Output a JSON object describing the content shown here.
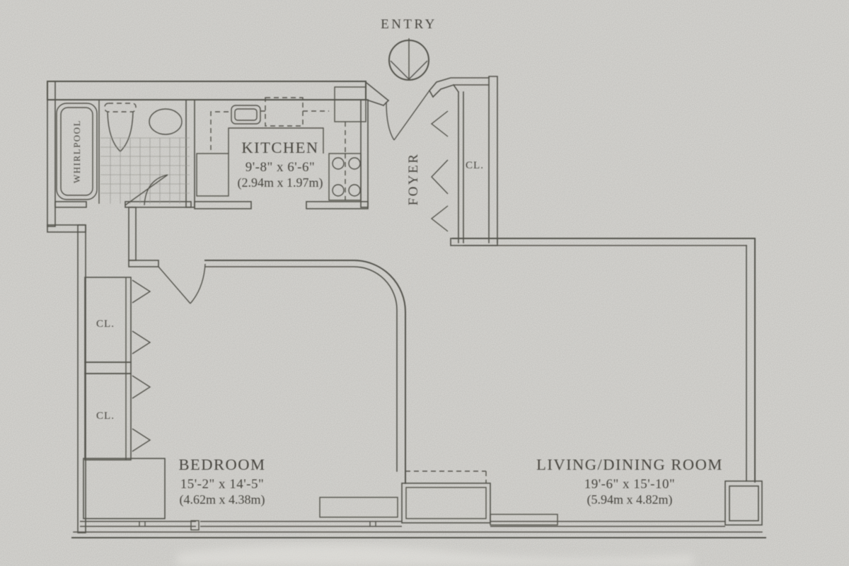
{
  "floor_plan": {
    "entry": {
      "label": "ENTRY"
    },
    "foyer": {
      "label": "FOYER"
    },
    "foyer_closet": {
      "label": "CL."
    },
    "closet_1": {
      "label": "CL."
    },
    "closet_2": {
      "label": "CL."
    },
    "bathroom": {
      "whirlpool_label": "WHIRLPOOL"
    },
    "kitchen": {
      "name": "KITCHEN",
      "dimensions_imperial": "9'-8\" x 6'-6\"",
      "dimensions_metric": "(2.94m x 1.97m)"
    },
    "bedroom": {
      "name": "BEDROOM",
      "dimensions_imperial": "15'-2\" x 14'-5\"",
      "dimensions_metric": "(4.62m x 4.38m)"
    },
    "living_dining_room": {
      "name": "LIVING/DINING ROOM",
      "dimensions_imperial": "19'-6\" x 15'-10\"",
      "dimensions_metric": "(5.94m x 4.82m)"
    }
  },
  "colors": {
    "paper": "#d6d5d1",
    "ink": "#4a4942",
    "text": "#3c3b35"
  }
}
